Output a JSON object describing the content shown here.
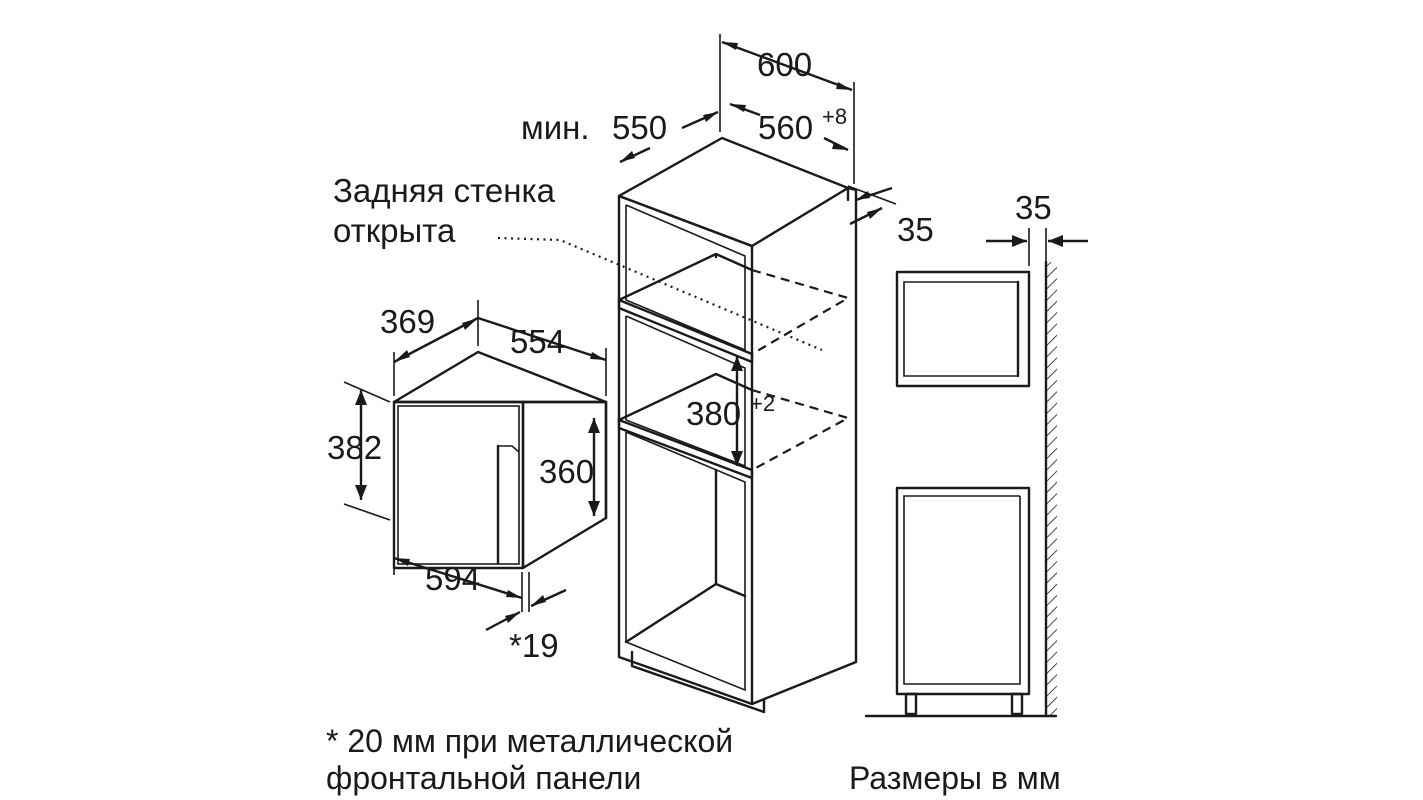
{
  "labels": {
    "width_total": "600",
    "depth_min_prefix": "мин.",
    "depth_min": "550",
    "niche_width": "560",
    "niche_width_tol": "+8",
    "side_gap": "35",
    "rear_wall_line1": "Задняя стенка",
    "rear_wall_line2": "открыта",
    "mw_depth": "369",
    "mw_width": "554",
    "mw_height": "382",
    "mw_inner_height": "360",
    "mw_front_width": "594",
    "mw_front_thickness": "*19",
    "niche_height": "380",
    "niche_height_tol": "+2",
    "side_view_offset": "35"
  },
  "footnote": {
    "line1": "* 20 мм при металлической",
    "line2": "фронтальной панели"
  },
  "units_note": "Размеры в мм"
}
